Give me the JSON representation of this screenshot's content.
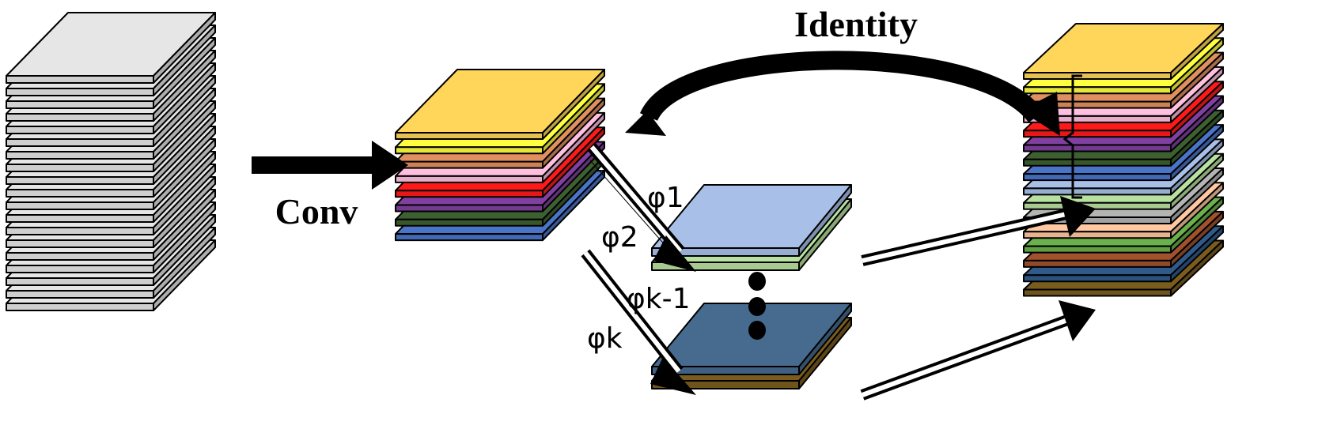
{
  "labels": {
    "conv": "Conv",
    "identity": "Identity",
    "phi1": "φ1",
    "phi2": "φ2",
    "phik1": "φk-1",
    "phik": "φk"
  },
  "colors": {
    "input": "#e6e6e6",
    "stack_colors": [
      "#ffd65a",
      "#ffff40",
      "#e09060",
      "#ffc0e0",
      "#ff1a1a",
      "#8040a0",
      "#3d6030",
      "#4a74c8"
    ],
    "output_colors": [
      "#ffd65a",
      "#ffff40",
      "#e09060",
      "#ffc0e0",
      "#ff1a1a",
      "#8040a0",
      "#3d6030",
      "#4a74c8",
      "#a8c0e8",
      "#b8e0a0",
      "#b4b4b4",
      "#ffc8a0",
      "#6ab04c",
      "#a0522d",
      "#2f5a8a",
      "#7a5c1e"
    ],
    "group1": [
      "#a8c0e8",
      "#b8e0a0"
    ],
    "group2": [
      "#476b8f",
      "#7a5c1e"
    ]
  },
  "layer_counts": {
    "input": 19,
    "middle": 8,
    "output": 16,
    "group": 2
  },
  "dots_count": 3
}
